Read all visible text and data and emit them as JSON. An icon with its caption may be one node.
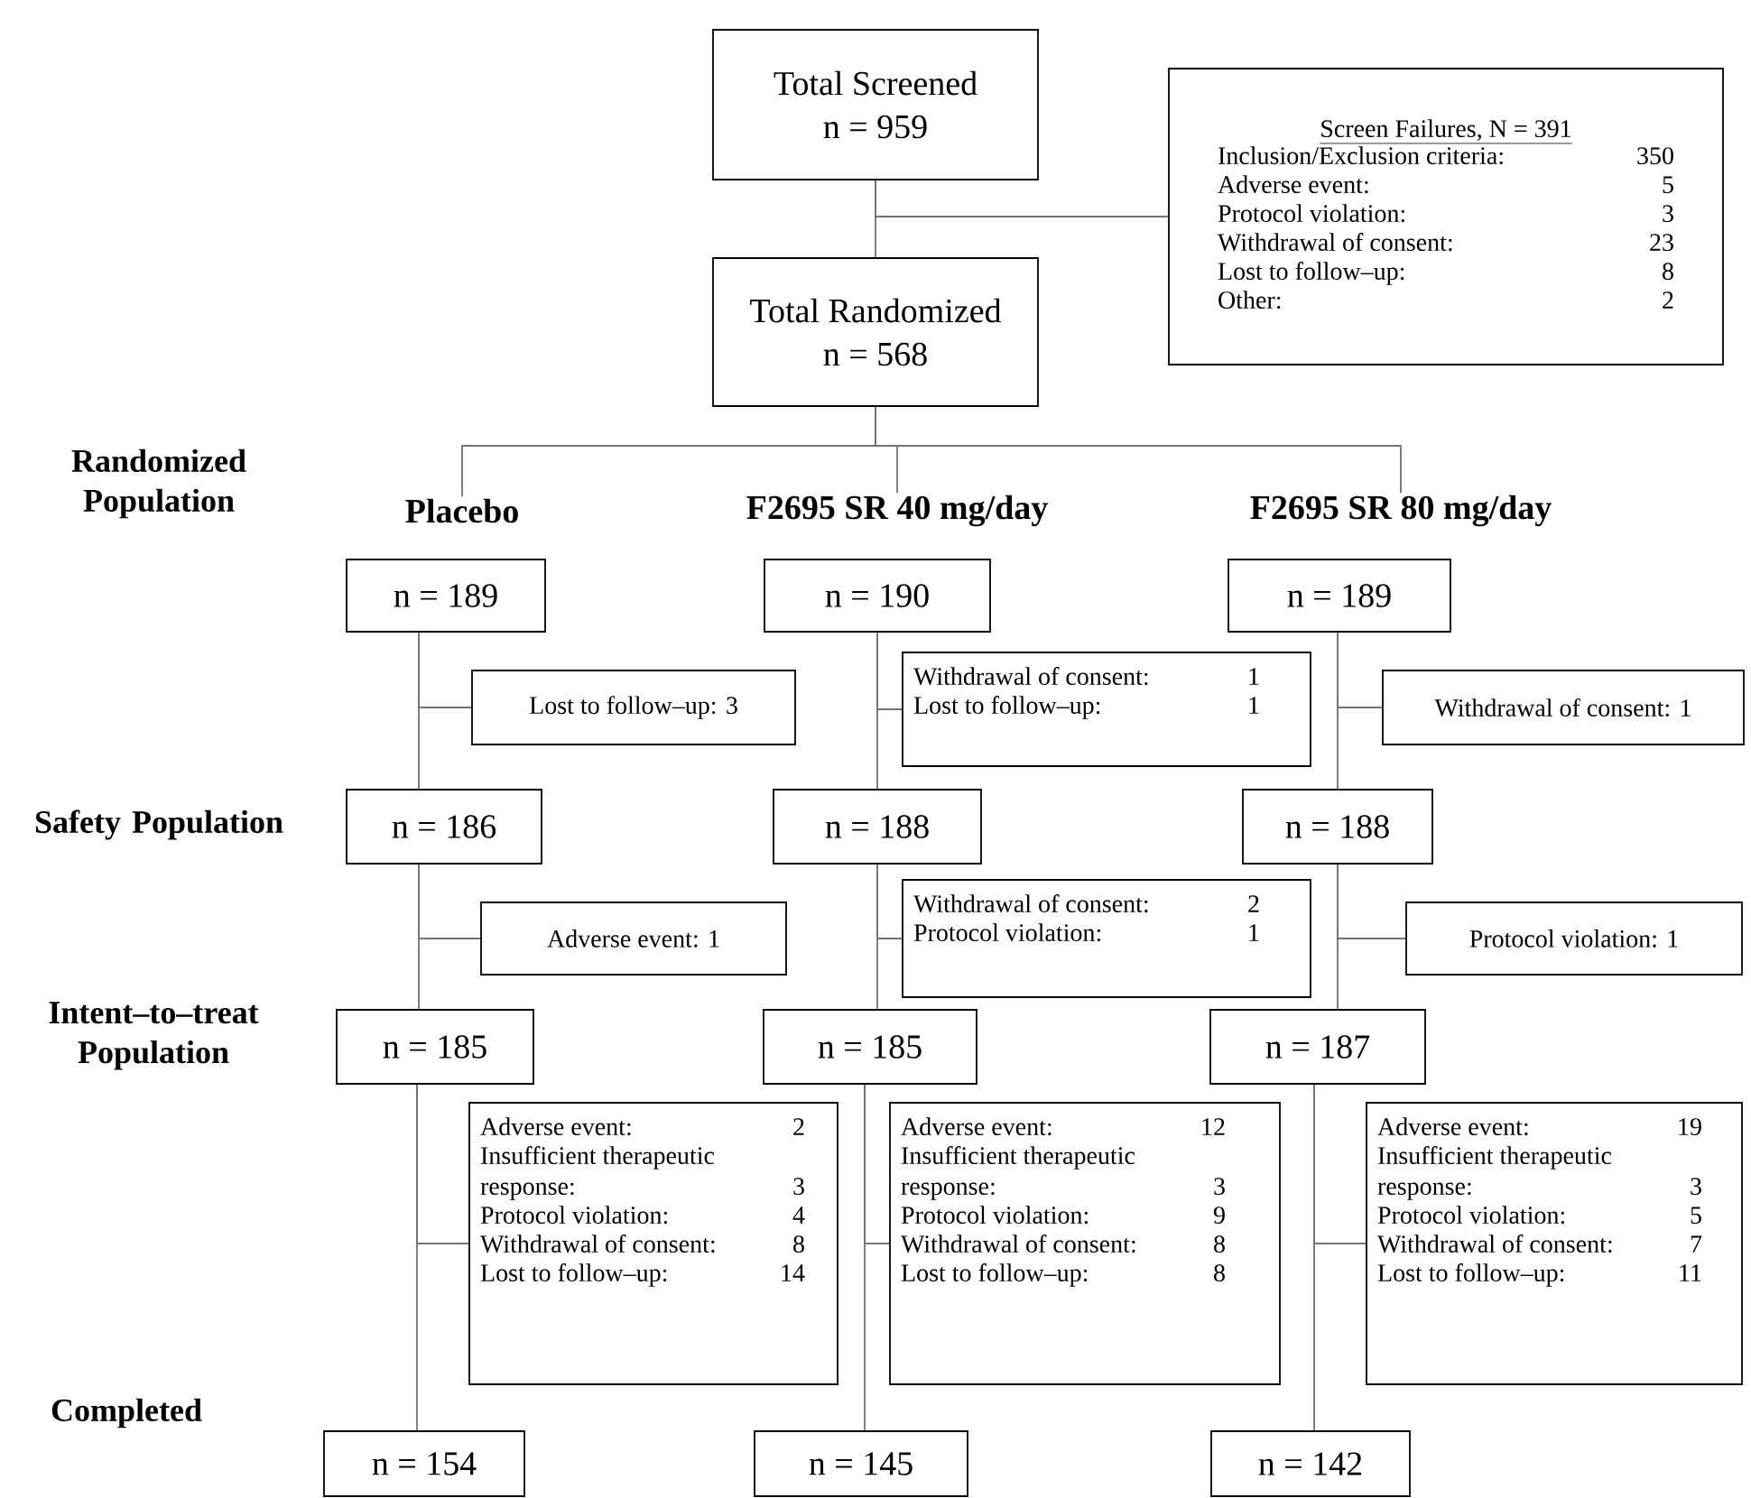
{
  "diagram": {
    "nodes": [
      {
        "text": [
          "Total Screened",
          "n = 959"
        ]
      },
      {
        "text": [
          "Screen Failures, N = 391",
          "Inclusion/Exclusion criteria:",
          "350",
          "Adverse event:",
          "5",
          "Protocol violation:",
          "3",
          "Withdrawal of consent:",
          "23",
          "Lost to follow–up:",
          "8",
          "Other:",
          "2"
        ]
      },
      {
        "text": [
          "Total Randomized",
          "n = 568"
        ]
      },
      {
        "text": [
          "Placebo"
        ]
      },
      {
        "text": [
          "F2695 SR 40 mg/day"
        ]
      },
      {
        "text": [
          "F2695 SR 80 mg/day"
        ]
      },
      {
        "text": [
          "n = 189"
        ]
      },
      {
        "text": [
          "n = 190"
        ]
      },
      {
        "text": [
          "n = 189"
        ]
      },
      {
        "text": [
          "Lost to follow–up: 3"
        ]
      },
      {
        "text": [
          "Withdrawal of consent:",
          "1",
          "Lost to follow–up:",
          "1"
        ]
      },
      {
        "text": [
          "Withdrawal of consent: 1"
        ]
      },
      {
        "text": [
          "n = 186"
        ]
      },
      {
        "text": [
          "n = 188"
        ]
      },
      {
        "text": [
          "n = 188"
        ]
      },
      {
        "text": [
          "Adverse event: 1"
        ]
      },
      {
        "text": [
          "Withdrawal of consent:",
          "2",
          "Protocol violation:",
          "1"
        ]
      },
      {
        "text": [
          "Protocol violation: 1"
        ]
      },
      {
        "text": [
          "n = 185"
        ]
      },
      {
        "text": [
          "n = 185"
        ]
      },
      {
        "text": [
          "n = 187"
        ]
      },
      {
        "text": [
          "Adverse event:",
          "2",
          "Insufficient therapeutic response:",
          "3",
          "Protocol violation:",
          "4",
          "Withdrawal of consent:",
          "8",
          "Lost to follow–up:",
          "14"
        ]
      },
      {
        "text": [
          "Adverse event:",
          "12",
          "Insufficient therapeutic response:",
          "3",
          "Protocol violation:",
          "9",
          "Withdrawal of consent:",
          "8",
          "Lost to follow–up:",
          "8"
        ]
      },
      {
        "text": [
          "Adverse event:",
          "19",
          "Insufficient therapeutic response:",
          "3",
          "Protocol violation:",
          "5",
          "Withdrawal of consent:",
          "7",
          "Lost to follow–up:",
          "11"
        ]
      },
      {
        "text": [
          "n = 154"
        ]
      },
      {
        "text": [
          "n = 145"
        ]
      },
      {
        "text": [
          "n = 142"
        ]
      }
    ],
    "edges": [
      {
        "from": 0,
        "to": 2,
        "arrow": "none"
      },
      {
        "from": 0,
        "to": 1,
        "arrow": "none"
      },
      {
        "from": 2,
        "to": 3,
        "arrow": "none"
      },
      {
        "from": 2,
        "to": 4,
        "arrow": "none"
      },
      {
        "from": 2,
        "to": 5,
        "arrow": "none"
      },
      {
        "from": 6,
        "to": 12,
        "arrow": "none"
      },
      {
        "from": 6,
        "to": 9,
        "arrow": "none"
      },
      {
        "from": 7,
        "to": 13,
        "arrow": "none"
      },
      {
        "from": 7,
        "to": 10,
        "arrow": "none"
      },
      {
        "from": 8,
        "to": 14,
        "arrow": "none"
      },
      {
        "from": 8,
        "to": 11,
        "arrow": "none"
      },
      {
        "from": 12,
        "to": 18,
        "arrow": "none"
      },
      {
        "from": 12,
        "to": 15,
        "arrow": "none"
      },
      {
        "from": 13,
        "to": 19,
        "arrow": "none"
      },
      {
        "from": 13,
        "to": 16,
        "arrow": "none"
      },
      {
        "from": 14,
        "to": 20,
        "arrow": "none"
      },
      {
        "from": 14,
        "to": 17,
        "arrow": "none"
      },
      {
        "from": 18,
        "to": 24,
        "arrow": "none"
      },
      {
        "from": 18,
        "to": 21,
        "arrow": "none"
      },
      {
        "from": 19,
        "to": 25,
        "arrow": "none"
      },
      {
        "from": 19,
        "to": 22,
        "arrow": "none"
      },
      {
        "from": 20,
        "to": 26,
        "arrow": "none"
      },
      {
        "from": 20,
        "to": 23,
        "arrow": "none"
      }
    ],
    "labels": [
      "Randomized Population",
      "Safety Population",
      "Intent–to–treat Population",
      "Completed"
    ]
  }
}
